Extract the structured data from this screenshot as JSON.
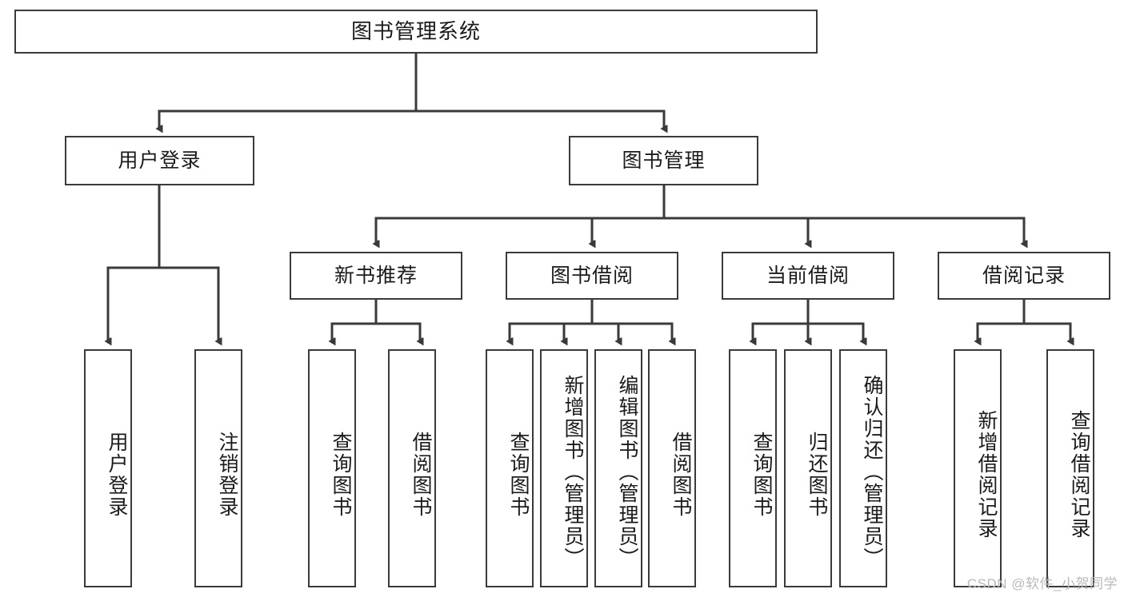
{
  "diagram": {
    "title": "图书管理系统",
    "type": "tree",
    "orientation": "top-down",
    "style": {
      "box_fill": "#ffffff",
      "box_border": "#3a3a3a",
      "line_color": "#3a3a3a",
      "text_color": "#1b1b1b",
      "watermark_color": "#b9b9b9"
    },
    "root": {
      "label": "图书管理系统"
    },
    "level2": [
      {
        "label": "用户登录"
      },
      {
        "label": "图书管理"
      }
    ],
    "level3": [
      {
        "label": "新书推荐"
      },
      {
        "label": "图书借阅"
      },
      {
        "label": "当前借阅"
      },
      {
        "label": "借阅记录"
      }
    ],
    "leaves": {
      "user_login": [
        {
          "label": "用户登录"
        },
        {
          "label": "注销登录"
        }
      ],
      "new_book_recommend": [
        {
          "label": "查询图书"
        },
        {
          "label": "借阅图书"
        }
      ],
      "book_borrow": [
        {
          "label": "查询图书"
        },
        {
          "label": "新增图书（管理员）"
        },
        {
          "label": "编辑图书（管理员）"
        },
        {
          "label": "借阅图书"
        }
      ],
      "current_borrow": [
        {
          "label": "查询图书"
        },
        {
          "label": "归还图书"
        },
        {
          "label": "确认归还（管理员）"
        }
      ],
      "borrow_record": [
        {
          "label": "新增借阅记录"
        },
        {
          "label": "查询借阅记录"
        }
      ]
    }
  },
  "watermark": {
    "text": "CSDN @软件_小贺同学"
  }
}
